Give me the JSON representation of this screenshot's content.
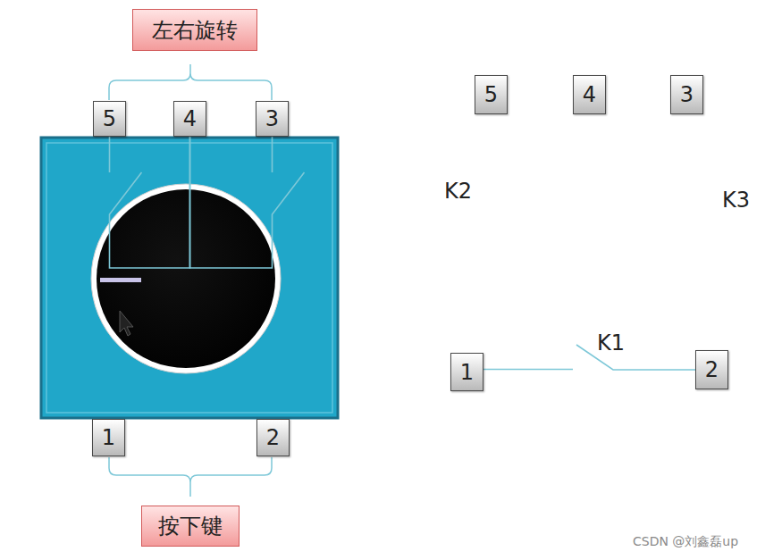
{
  "diagram": {
    "nodes": [
      {
        "text": [
          "左右旋转"
        ]
      },
      {
        "text": [
          "5"
        ]
      },
      {
        "text": [
          "4"
        ]
      },
      {
        "text": [
          "3"
        ]
      },
      {
        "text": [
          "5"
        ]
      },
      {
        "text": [
          "4"
        ]
      },
      {
        "text": [
          "3"
        ]
      },
      {
        "text": [
          "1"
        ]
      },
      {
        "text": [
          "2"
        ]
      },
      {
        "text": [
          "1"
        ]
      },
      {
        "text": [
          "2"
        ]
      },
      {
        "text": [
          "按下键"
        ]
      }
    ],
    "edges": [
      {
        "from": 4,
        "to": 5,
        "arrow": "none"
      },
      {
        "from": 6,
        "to": 5,
        "arrow": "none"
      },
      {
        "from": 7,
        "to": 8,
        "arrow": "none"
      }
    ],
    "labels": [
      "K2",
      "K3",
      "K1",
      "CSDN @刘鑫磊up"
    ]
  }
}
